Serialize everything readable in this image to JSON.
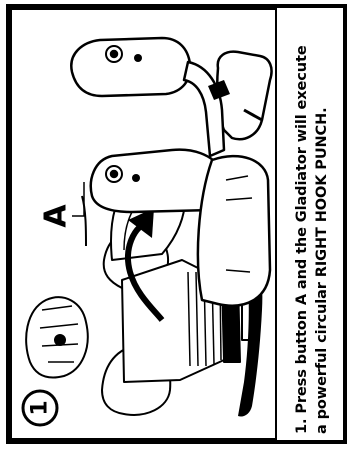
{
  "step": {
    "number": "1",
    "button_label": "A"
  },
  "caption": {
    "line1": "1. Press button A and the Gladiator will execute",
    "line2": "a powerful circular RIGHT HOOK PUNCH."
  }
}
